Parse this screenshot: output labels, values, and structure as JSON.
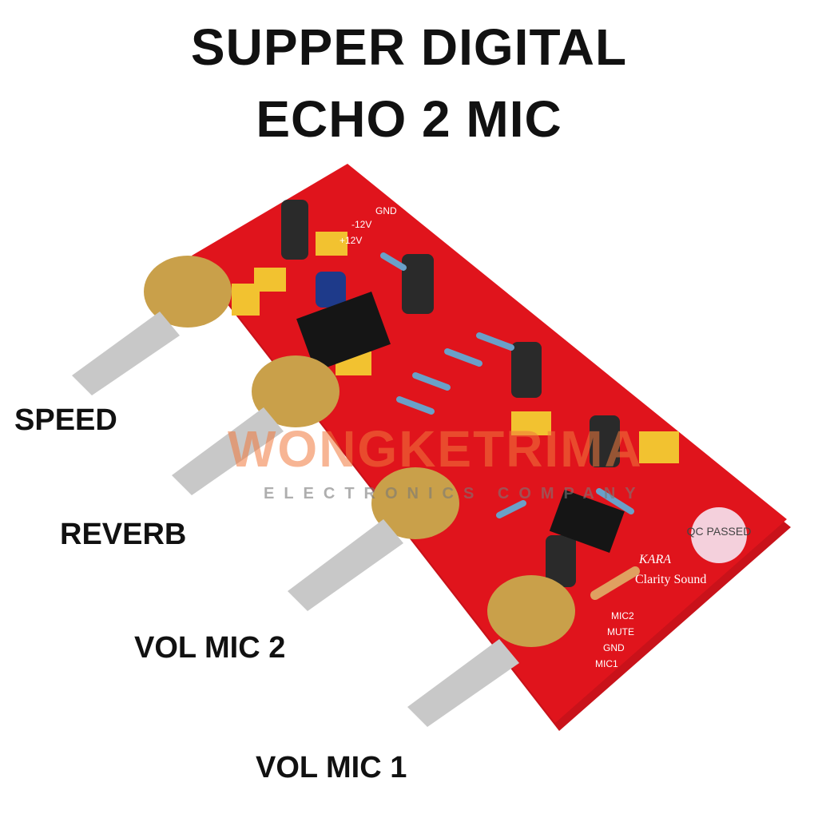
{
  "title": {
    "line1": "SUPPER DIGITAL",
    "line2": "ECHO 2 MIC"
  },
  "labels": {
    "speed": "SPEED",
    "reverb": "REVERB",
    "vol_mic_2": "VOL MIC 2",
    "vol_mic_1": "VOL MIC 1"
  },
  "watermark": {
    "brand": "WONGKETRIMA",
    "sub": "ELECTRONICS COMPANY"
  },
  "board": {
    "badge": "QC PASSED",
    "brand": "KARA",
    "tagline": "Clarity Sound",
    "pins": [
      "MIC2",
      "MUTE",
      "GND",
      "MIC1"
    ],
    "power_pins": [
      "GND",
      "-12V",
      "+12V"
    ],
    "color": "#e0141c"
  }
}
